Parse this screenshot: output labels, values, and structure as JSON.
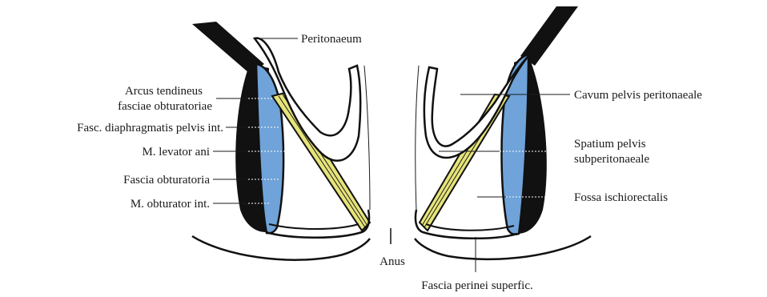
{
  "labels": {
    "peritonaeum": "Peritonaeum",
    "arcus_line1": "Arcus tendineus",
    "arcus_line2": "fasciae obturatoriae",
    "fasc_diaphragmatis": "Fasc. diaphragmatis pelvis int.",
    "levator_ani": "M. levator ani",
    "fascia_obturatoria": "Fascia obturatoria",
    "obturator_int": "M. obturator int.",
    "cavum": "Cavum pelvis peritonaeale",
    "spatium_line1": "Spatium pelvis",
    "spatium_line2": "subperitonaeale",
    "fossa": "Fossa ischiorectalis",
    "anus": "Anus",
    "fascia_perinei": "Fascia perinei superfic."
  },
  "colors": {
    "bone": "#111111",
    "muscle_obturator": "#6fa3d9",
    "levator": "#e6e47a",
    "line": "#111111"
  }
}
